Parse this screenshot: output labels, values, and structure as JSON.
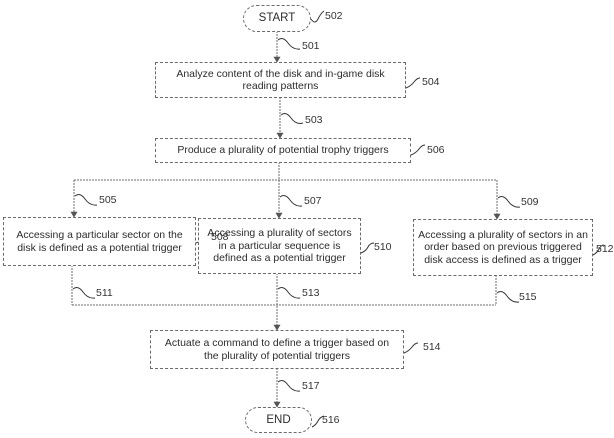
{
  "diagram": {
    "type": "flowchart",
    "nodes": {
      "start": {
        "label": "START",
        "ref": "502",
        "shape": "terminal"
      },
      "analyze": {
        "label": "Analyze content of the disk and in-game disk reading patterns",
        "ref": "504",
        "shape": "process"
      },
      "produce": {
        "label": "Produce a plurality of potential trophy triggers",
        "ref": "506",
        "shape": "process"
      },
      "sector": {
        "label": "Accessing a particular sector on the disk is defined as a potential trigger",
        "ref": "508",
        "shape": "process"
      },
      "sequence": {
        "label": "Accessing a plurality of sectors in a particular sequence is defined as a potential trigger",
        "ref": "510",
        "shape": "process"
      },
      "order": {
        "label": "Accessing a plurality of sectors in an order based on previous triggered disk access is defined as a trigger",
        "ref": "512",
        "shape": "process"
      },
      "actuate": {
        "label": "Actuate a command to define a trigger based on the plurality of potential triggers",
        "ref": "514",
        "shape": "process"
      },
      "end": {
        "label": "END",
        "ref": "516",
        "shape": "terminal"
      }
    },
    "edges": {
      "e501": {
        "ref": "501",
        "from": "start",
        "to": "analyze"
      },
      "e503": {
        "ref": "503",
        "from": "analyze",
        "to": "produce"
      },
      "e505": {
        "ref": "505",
        "from": "produce",
        "to": "sector"
      },
      "e507": {
        "ref": "507",
        "from": "produce",
        "to": "sequence"
      },
      "e509": {
        "ref": "509",
        "from": "produce",
        "to": "order"
      },
      "e511": {
        "ref": "511",
        "from": "sector",
        "to": "actuate"
      },
      "e513": {
        "ref": "513",
        "from": "sequence",
        "to": "actuate"
      },
      "e515": {
        "ref": "515",
        "from": "order",
        "to": "actuate"
      },
      "e517": {
        "ref": "517",
        "from": "actuate",
        "to": "end"
      }
    }
  }
}
